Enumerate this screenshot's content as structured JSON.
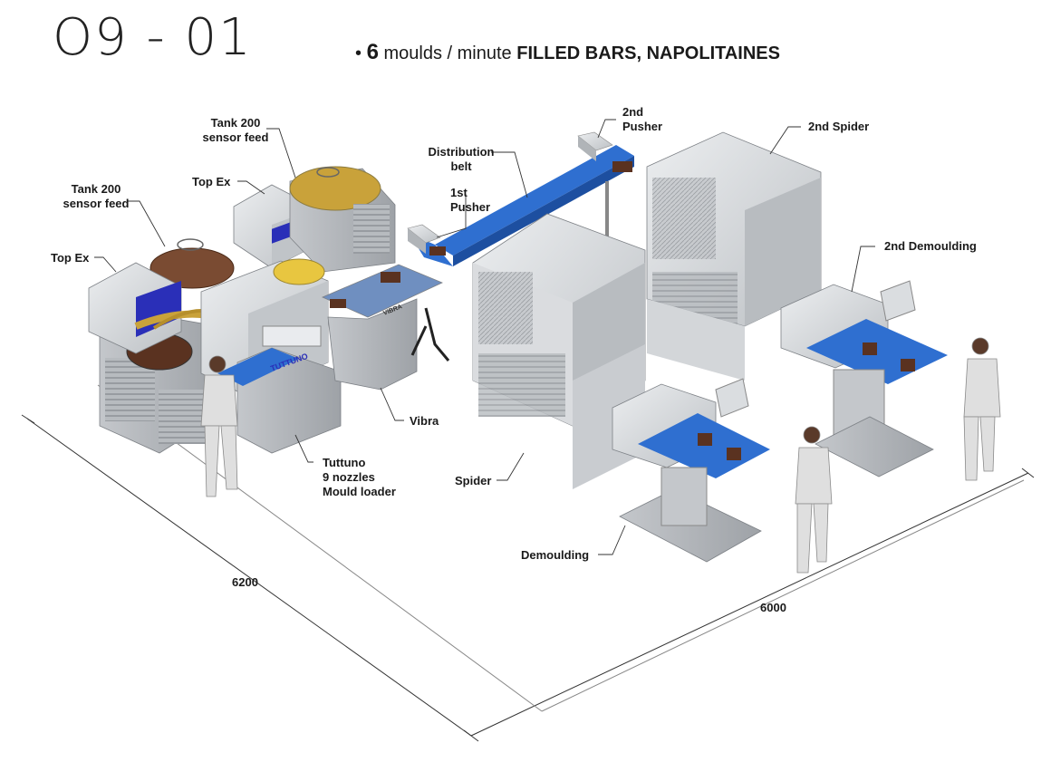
{
  "header": {
    "code": "O9 - 01",
    "bullet": "•",
    "rate_number": "6",
    "rate_unit": "moulds / minute",
    "product": "FILLED BARS, NAPOLITAINES"
  },
  "labels": {
    "tank200_upper": [
      "Tank 200",
      "sensor feed"
    ],
    "topex_upper": "Top Ex",
    "tank200_lower": [
      "Tank 200",
      "sensor feed"
    ],
    "topex_lower": "Top Ex",
    "distribution_belt": [
      "Distribution",
      "belt"
    ],
    "pusher_1st": [
      "1st",
      "Pusher"
    ],
    "pusher_2nd": [
      "2nd",
      "Pusher"
    ],
    "spider_2nd": "2nd Spider",
    "demoulding_2nd": "2nd Demoulding",
    "vibra": "Vibra",
    "tuttuno": [
      "Tuttuno",
      "9 nozzles",
      "Mould loader"
    ],
    "spider": "Spider",
    "demoulding": "Demoulding"
  },
  "machine_marks": {
    "tuttuno_brand": "TUTTUNO",
    "vibra_brand": "VIBRA"
  },
  "dimensions": {
    "depth": "6200",
    "width": "6000"
  },
  "colors": {
    "belt_blue": "#2f6fd0",
    "panel_blue": "#2a2fb8",
    "steel": "#d7d9dc",
    "steel_dark": "#a9adb2",
    "chocolate": "#5a3220",
    "caramel": "#c9a23a",
    "operator_suit": "#dfdfdf"
  }
}
